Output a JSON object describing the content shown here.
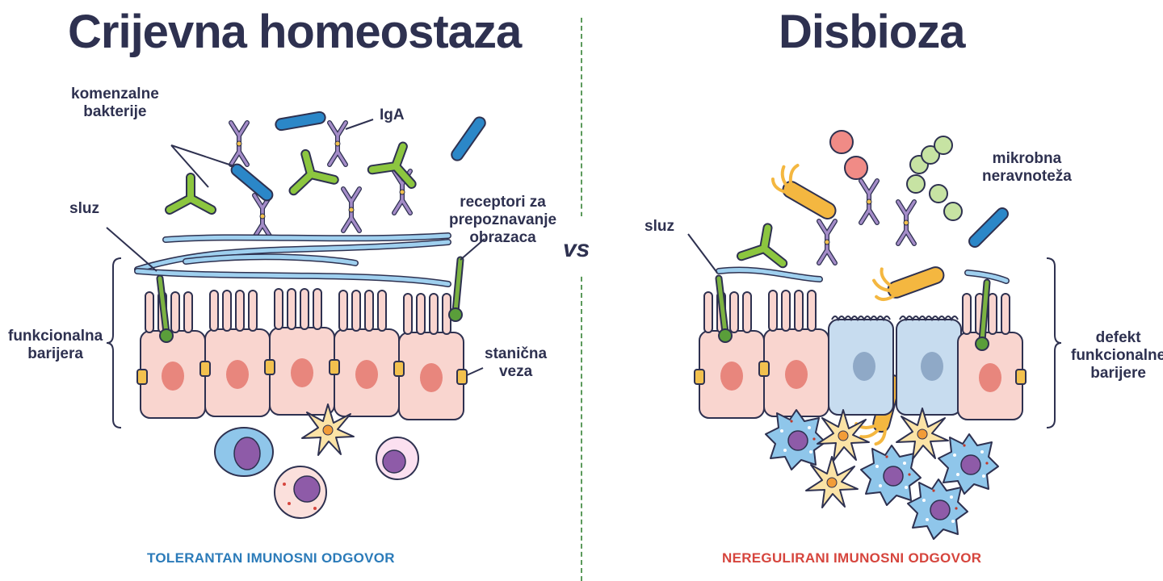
{
  "left_panel": {
    "title": "Crijevna homeostaza",
    "labels": {
      "commensal": "komenzalne\nbakterije",
      "iga": "IgA",
      "mucus": "sluz",
      "prr": "receptori za\nprepoznavanje\nobrazaca",
      "barrier": "funkcionalna\nbarijera",
      "junction": "stanična\nveza"
    },
    "footer": "TOLERANTAN IMUNOSNI ODGOVOR",
    "footer_color": "#2b7bb9"
  },
  "right_panel": {
    "title": "Disbioza",
    "labels": {
      "imbalance": "mikrobna\nneravnoteža",
      "mucus": "sluz",
      "defect": "defekt\nfunkcionalne\nbarijere"
    },
    "footer": "NEREGULIRANI IMUNOSNI ODGOVOR",
    "footer_color": "#d6453d"
  },
  "vs_label": "vs",
  "colors": {
    "text": "#2e3150",
    "cell_fill": "#f9d5cf",
    "cell_stroke": "#2e3150",
    "nucleus": "#e8867d",
    "damaged_cell": "#c7dcef",
    "mucus": "#9fd0ef",
    "bacteria_blue": "#2b87c8",
    "bacteria_green": "#8cc63f",
    "iga": "#a48cc8",
    "junction": "#f2c14e",
    "prr": "#7cb342",
    "pathogen": "#f4b740",
    "divider": "#5b9a5b"
  }
}
